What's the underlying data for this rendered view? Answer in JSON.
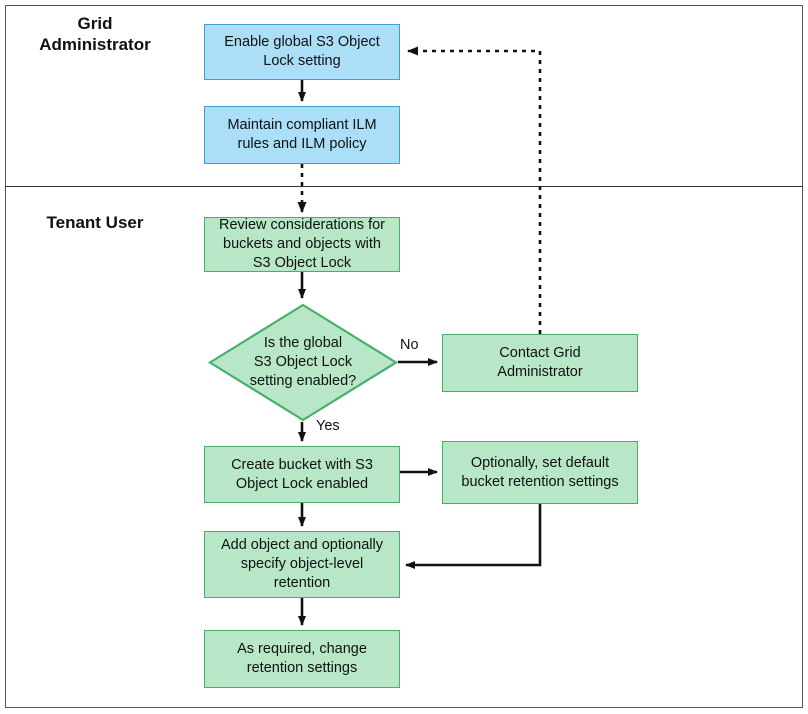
{
  "diagram": {
    "title_present": false,
    "colors": {
      "grid_admin_fill": "#aadff7",
      "grid_admin_border": "#3d9fd6",
      "tenant_fill": "#b8e7c7",
      "tenant_border": "#46b06a",
      "edge": "#111111",
      "frame": "#555555"
    },
    "lanes": [
      {
        "id": "grid-administrator",
        "label": "Grid\nAdministrator"
      },
      {
        "id": "tenant-user",
        "label": "Tenant User"
      }
    ],
    "nodes": [
      {
        "id": "enable-global-s3-object-lock-setting",
        "label": "Enable global S3 Object\nLock setting",
        "shape": "process",
        "lane": "grid-administrator"
      },
      {
        "id": "maintain-compliant-ilm-rules-and-policy",
        "label": "Maintain compliant ILM\nrules and ILM policy",
        "shape": "process",
        "lane": "grid-administrator"
      },
      {
        "id": "review-considerations",
        "label": "Review considerations for\nbuckets and objects with\nS3 Object Lock",
        "shape": "process",
        "lane": "tenant-user"
      },
      {
        "id": "is-global-s3-object-lock-setting-enabled",
        "label": "Is the global\nS3 Object Lock\nsetting enabled?",
        "shape": "decision",
        "lane": "tenant-user"
      },
      {
        "id": "contact-grid-administrator",
        "label": "Contact Grid\nAdministrator",
        "shape": "process",
        "lane": "tenant-user"
      },
      {
        "id": "create-bucket-with-s3-object-lock-enabled",
        "label": "Create bucket with S3\nObject Lock enabled",
        "shape": "process",
        "lane": "tenant-user"
      },
      {
        "id": "optionally-set-default-bucket-retention-settings",
        "label": "Optionally, set default\nbucket retention settings",
        "shape": "process",
        "lane": "tenant-user"
      },
      {
        "id": "add-object-and-optionally-specify-object-level-retention",
        "label": "Add object and optionally\nspecify object-level\nretention",
        "shape": "process",
        "lane": "tenant-user"
      },
      {
        "id": "as-required-change-retention-settings",
        "label": "As required, change\nretention settings",
        "shape": "process",
        "lane": "tenant-user"
      }
    ],
    "edge_labels": [
      {
        "id": "decision-no",
        "label": "No"
      },
      {
        "id": "decision-yes",
        "label": "Yes"
      }
    ]
  }
}
